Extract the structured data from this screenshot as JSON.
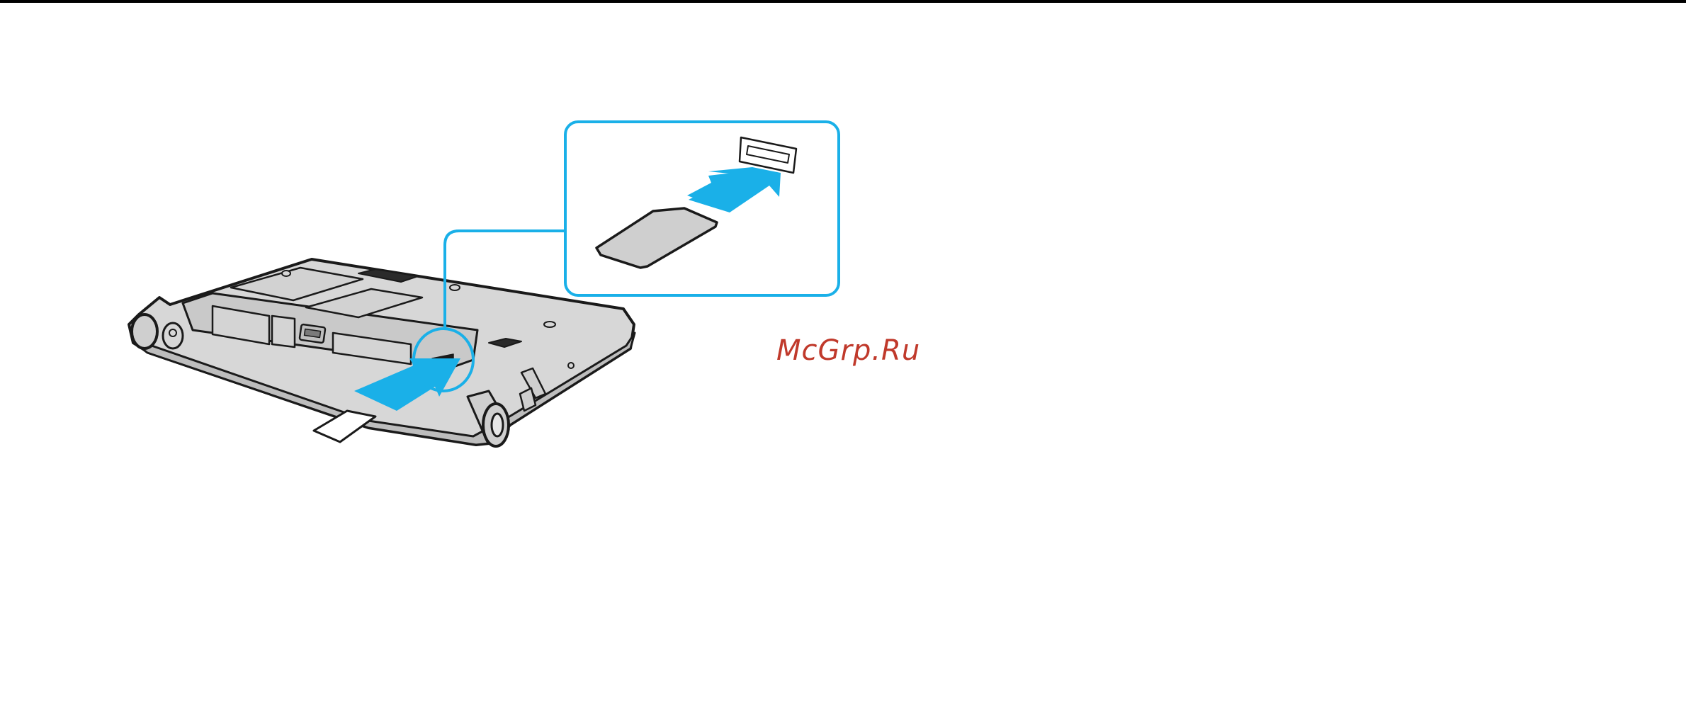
{
  "watermark": {
    "text": "McGrp.Ru",
    "color": "#c0392b"
  },
  "colors": {
    "accent_blue": "#1ab0e8",
    "outline": "#1a1a1a",
    "laptop_fill": "#d7d7d7",
    "laptop_shade": "#c4c4c4",
    "card_fill": "#cfcfcf",
    "top_rule": "#000000"
  },
  "icons": {
    "insert_arrow": "arrow-right-up",
    "callout": "rounded-rectangle-zoom"
  }
}
